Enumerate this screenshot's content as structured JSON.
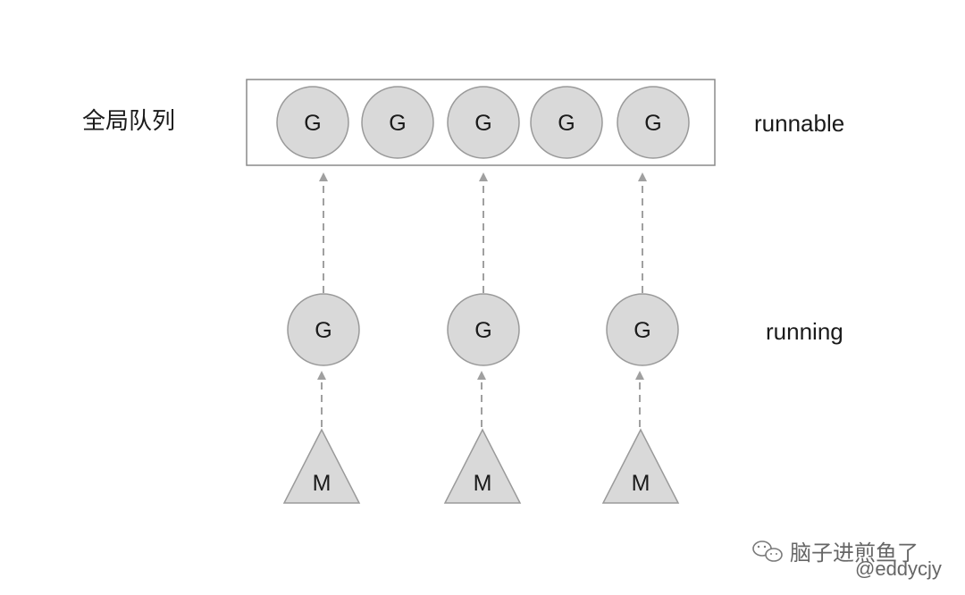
{
  "labels": {
    "queue": "全局队列",
    "runnable": "runnable",
    "running": "running"
  },
  "queue_goroutines": [
    "G",
    "G",
    "G",
    "G",
    "G"
  ],
  "columns": [
    {
      "running_goroutine": "G",
      "machine": "M"
    },
    {
      "running_goroutine": "G",
      "machine": "M"
    },
    {
      "running_goroutine": "G",
      "machine": "M"
    }
  ],
  "watermark": {
    "account": "脑子进煎鱼了",
    "handle": "@eddycjy",
    "icon": "wechat-icon"
  },
  "colors": {
    "node_fill": "#d9d9d9",
    "node_stroke": "#9a9a9a",
    "arrow": "#a0a0a0",
    "queue_border": "#8a8a8a"
  }
}
